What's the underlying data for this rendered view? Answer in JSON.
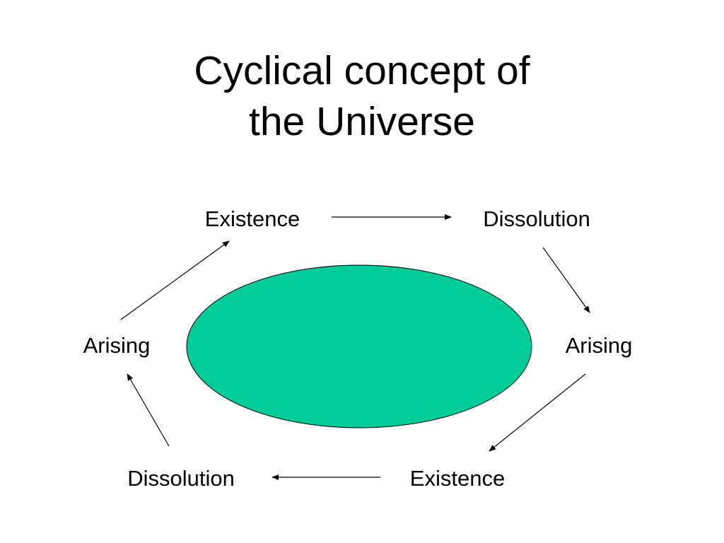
{
  "title": {
    "line1": "Cyclical concept of",
    "line2": "the Universe"
  },
  "colors": {
    "ellipse_fill": "#00cc99",
    "ellipse_stroke": "#000000",
    "arrow": "#000000",
    "text": "#000000",
    "background": "#ffffff"
  },
  "diagram": {
    "nodes": {
      "existence_top": "Existence",
      "dissolution_top": "Dissolution",
      "arising_right": "Arising",
      "existence_bottom": "Existence",
      "dissolution_bottom": "Dissolution",
      "arising_left": "Arising"
    },
    "cycle_order": [
      "Existence",
      "Dissolution",
      "Arising",
      "Existence",
      "Dissolution",
      "Arising"
    ]
  }
}
